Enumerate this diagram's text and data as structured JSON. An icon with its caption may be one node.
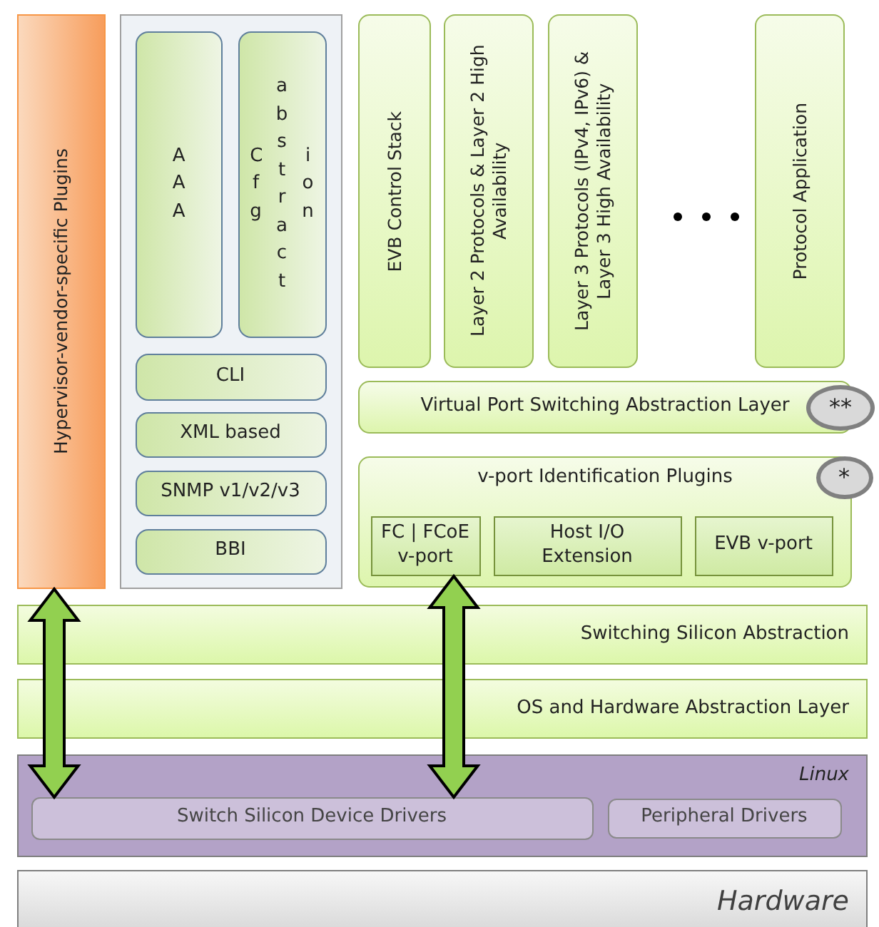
{
  "diagram": {
    "nodes": [
      {
        "text": [
          "Hypervisor-vendor-specific Plugins"
        ]
      },
      {
        "text": [],
        "shape": "box"
      },
      {
        "text": [
          "AAA"
        ],
        "in": 1
      },
      {
        "text": [
          "Cfg abstract ion"
        ],
        "in": 1
      },
      {
        "text": [
          "CLI"
        ],
        "in": 1
      },
      {
        "text": [
          "XML based"
        ],
        "in": 1
      },
      {
        "text": [
          "SNMP v1/v2/v3"
        ],
        "in": 1
      },
      {
        "text": [
          "BBI"
        ],
        "in": 1
      },
      {
        "text": [
          "EVB Control Stack"
        ]
      },
      {
        "text": [
          "Layer 2 Protocols & Layer 2 High Availability"
        ]
      },
      {
        "text": [
          "Layer 3 Protocols (IPv4, IPv6) & Layer 3 High Availability"
        ]
      },
      {
        "text": [
          "Protocol Application"
        ]
      },
      {
        "text": [
          "Virtual Port Switching Abstraction Layer"
        ]
      },
      {
        "text": [
          "**"
        ]
      },
      {
        "text": [
          "v-port Identification Plugins"
        ]
      },
      {
        "text": [
          "*"
        ],
        "in": 14
      },
      {
        "text": [
          "FC | FCoE v-port"
        ],
        "in": 14
      },
      {
        "text": [
          "Host I/O Extension"
        ],
        "in": 14
      },
      {
        "text": [
          "EVB v-port"
        ],
        "in": 14
      },
      {
        "text": [
          "Switching Silicon Abstraction"
        ]
      },
      {
        "text": [
          "OS and Hardware Abstraction Layer"
        ]
      },
      {
        "text": [
          "Linux"
        ]
      },
      {
        "text": [
          "Switch Silicon Device Drivers"
        ],
        "in": 21
      },
      {
        "text": [
          "Peripheral Drivers"
        ],
        "in": 21
      },
      {
        "text": [
          "Hardware"
        ]
      }
    ],
    "edges": [
      {
        "from": 0,
        "to": 22,
        "arrow": "both",
        "style": "thick"
      },
      {
        "from": 16,
        "to": 22,
        "arrow": "both",
        "style": "thick"
      }
    ]
  }
}
